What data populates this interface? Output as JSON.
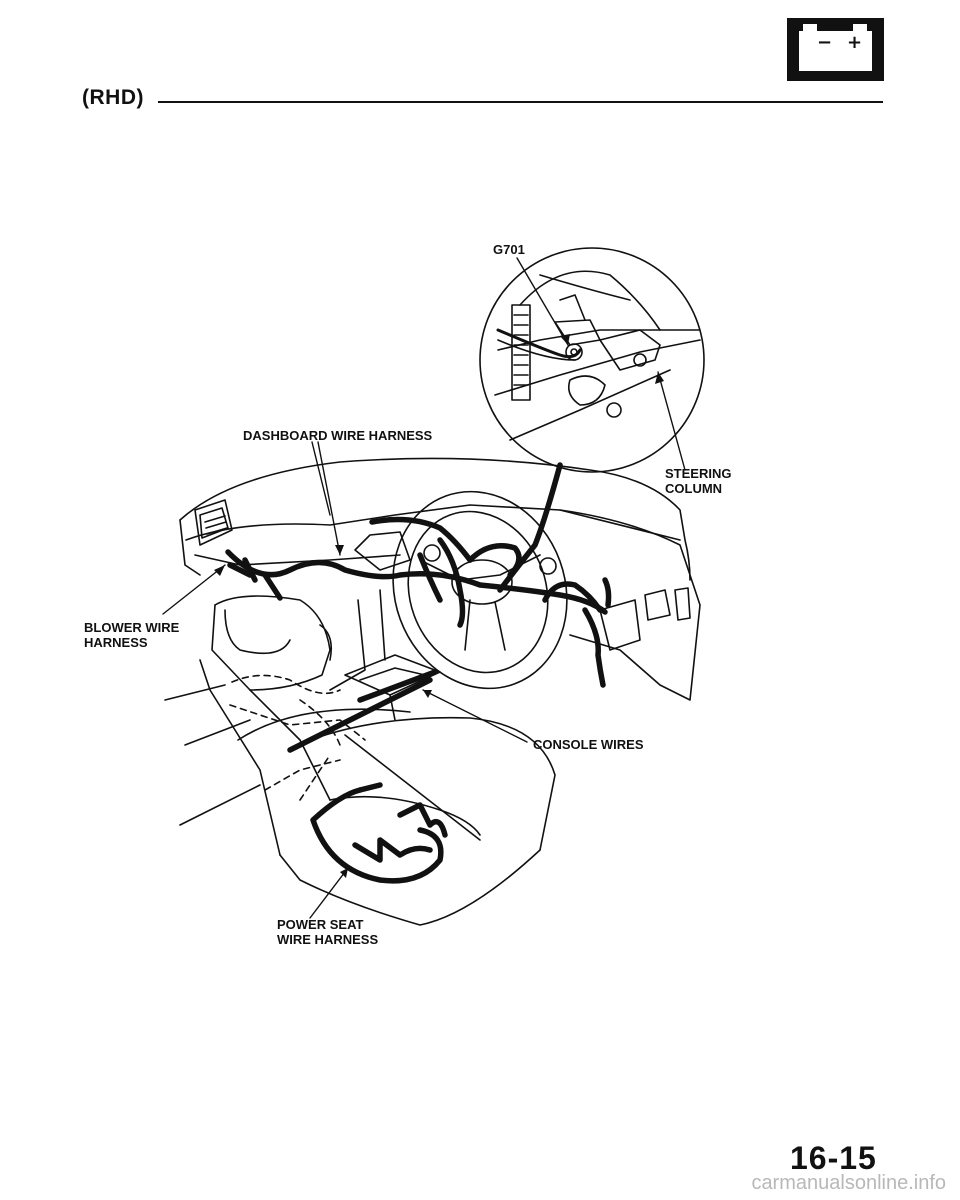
{
  "section_label": "(RHD)",
  "icons": {
    "battery": "battery-icon",
    "battery_minus": "−",
    "battery_plus": "+"
  },
  "callouts": {
    "g701": "G701",
    "dashboard_harness": "DASHBOARD WIRE HARNESS",
    "steering_column_l1": "STEERING",
    "steering_column_l2": "COLUMN",
    "blower_l1": "BLOWER WIRE",
    "blower_l2": "HARNESS",
    "console_wires": "CONSOLE WIRES",
    "power_seat_l1": "POWER SEAT",
    "power_seat_l2": "WIRE HARNESS"
  },
  "page_number": "16-15",
  "footer": "carmanualsonline.info"
}
